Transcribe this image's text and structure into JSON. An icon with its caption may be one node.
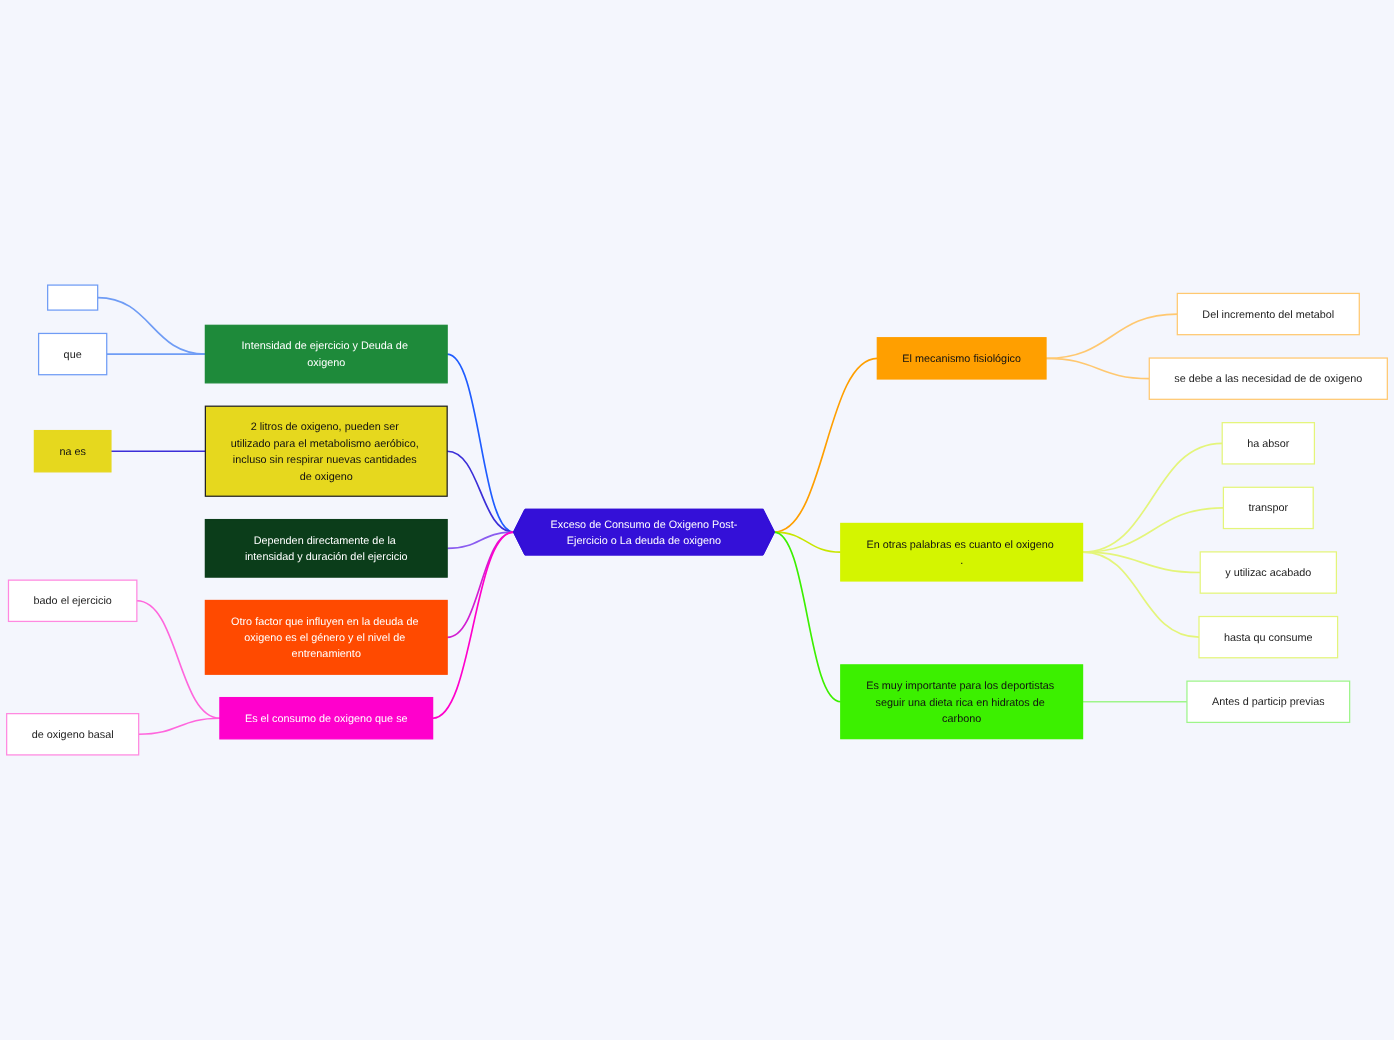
{
  "diagram": {
    "nodes": [
      {
        "text": [
          "Exceso de Consumo de Oxigeno Post-Ejercicio o La deuda de oxigeno"
        ]
      },
      {
        "text": [
          "Intensidad de ejercicio y Deuda de oxigeno"
        ]
      },
      {
        "text": [],
        "shape": "box"
      },
      {
        "text": [
          "que"
        ]
      },
      {
        "text": [
          "2 litros de oxigeno, pueden ser utilizado para el metabolismo aeróbico, incluso sin respirar nuevas cantidades de oxigeno"
        ]
      },
      {
        "text": [
          "na es"
        ]
      },
      {
        "text": [
          "Dependen directamente de la intensidad y duración del ejercicio"
        ]
      },
      {
        "text": [
          "Otro factor que influyen en la deuda de oxigeno es el género y el nivel de entrenamiento"
        ]
      },
      {
        "text": [
          "Es el consumo de oxigeno que se"
        ]
      },
      {
        "text": [
          "bado el ejercicio"
        ]
      },
      {
        "text": [
          "de oxigeno basal"
        ]
      },
      {
        "text": [
          "El mecanismo fisiológico"
        ]
      },
      {
        "text": [
          "Del incremento del metabol"
        ]
      },
      {
        "text": [
          "se debe a las necesidad de de oxigeno"
        ]
      },
      {
        "text": [
          "En otras palabras es cuanto el oxigeno ."
        ]
      },
      {
        "text": [
          "ha absor"
        ]
      },
      {
        "text": [
          "transpor"
        ]
      },
      {
        "text": [
          "y utilizac acabado"
        ]
      },
      {
        "text": [
          "hasta qu consume"
        ]
      },
      {
        "text": [
          "Es muy importante para los deportistas seguir una dieta rica en hidratos de carbono"
        ]
      },
      {
        "text": [
          "Antes d particip previas"
        ]
      }
    ],
    "edges": [
      {
        "from": 2,
        "to": 1,
        "arrow": "none",
        "color": "#6f9cf5"
      },
      {
        "from": 3,
        "to": 1,
        "arrow": "none",
        "color": "#6f9cf5"
      },
      {
        "from": 1,
        "to": 0,
        "arrow": "none",
        "color": "#1f5cff"
      },
      {
        "from": 5,
        "to": 4,
        "arrow": "none",
        "color": "#3b2ed8"
      },
      {
        "from": 4,
        "to": 0,
        "arrow": "none",
        "color": "#3b2ed8"
      },
      {
        "from": 6,
        "to": 0,
        "arrow": "none",
        "color": "#8a5cf0"
      },
      {
        "from": 7,
        "to": 0,
        "arrow": "none",
        "color": "#d21fd2"
      },
      {
        "from": 9,
        "to": 8,
        "arrow": "none",
        "color": "#ff66dd"
      },
      {
        "from": 10,
        "to": 8,
        "arrow": "none",
        "color": "#ff66dd"
      },
      {
        "from": 8,
        "to": 0,
        "arrow": "none",
        "color": "#ff00cc"
      },
      {
        "from": 0,
        "to": 11,
        "arrow": "none",
        "color": "#ff9f00"
      },
      {
        "from": 11,
        "to": 12,
        "arrow": "none",
        "color": "#ffc870"
      },
      {
        "from": 11,
        "to": 13,
        "arrow": "none",
        "color": "#ffc870"
      },
      {
        "from": 0,
        "to": 14,
        "arrow": "none",
        "color": "#c8e600"
      },
      {
        "from": 14,
        "to": 15,
        "arrow": "none",
        "color": "#e4f57a"
      },
      {
        "from": 14,
        "to": 16,
        "arrow": "none",
        "color": "#e4f57a"
      },
      {
        "from": 14,
        "to": 17,
        "arrow": "none",
        "color": "#e4f57a"
      },
      {
        "from": 14,
        "to": 18,
        "arrow": "none",
        "color": "#e4f57a"
      },
      {
        "from": 0,
        "to": 19,
        "arrow": "none",
        "color": "#3cf000"
      },
      {
        "from": 19,
        "to": 20,
        "arrow": "none",
        "color": "#9ef58a"
      }
    ]
  }
}
